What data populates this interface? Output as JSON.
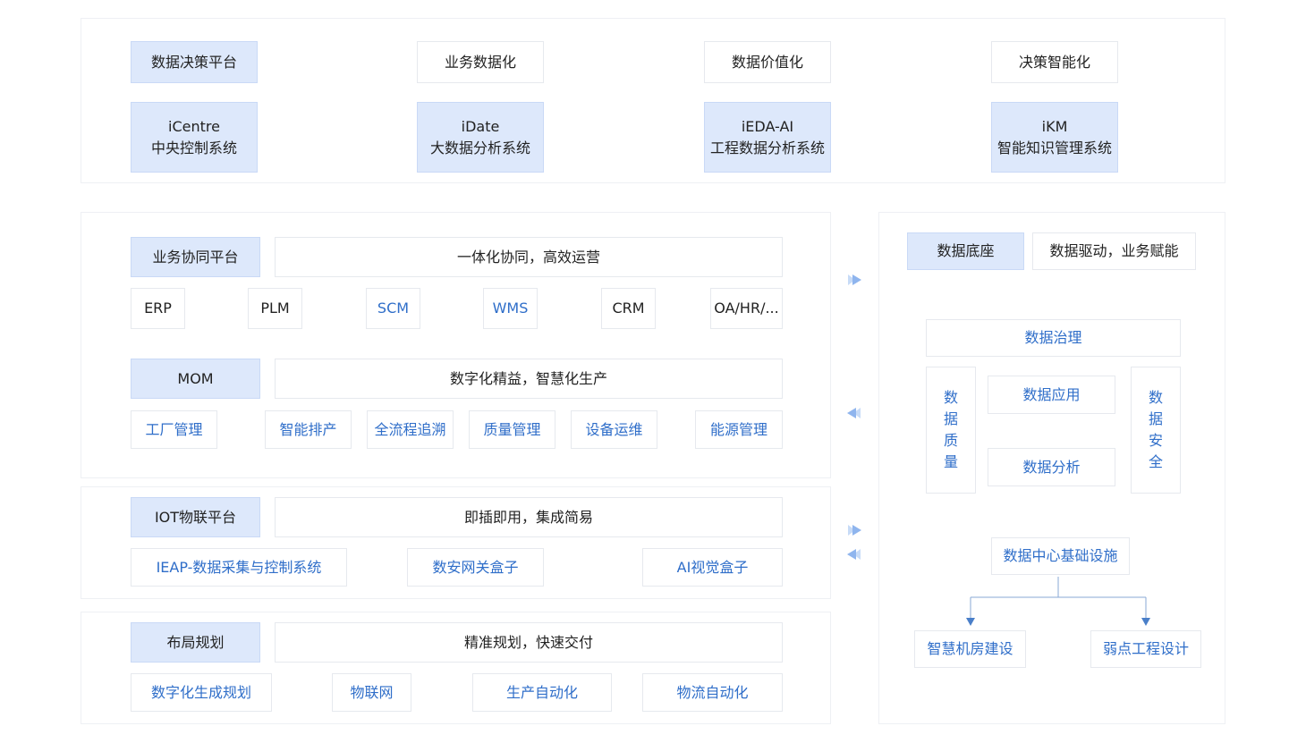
{
  "top": {
    "row1": [
      "数据决策平台",
      "业务数据化",
      "数据价值化",
      "决策智能化"
    ],
    "systems": [
      {
        "name": "iCentre",
        "desc": "中央控制系统"
      },
      {
        "name": "iDate",
        "desc": "大数据分析系统"
      },
      {
        "name": "iEDA-AI",
        "desc": "工程数据分析系统"
      },
      {
        "name": "iKM",
        "desc": "智能知识管理系统"
      }
    ]
  },
  "business": {
    "title": "业务协同平台",
    "slogan": "一体化协同，高效运营",
    "items": [
      "ERP",
      "PLM",
      "SCM",
      "WMS",
      "CRM",
      "OA/HR/..."
    ]
  },
  "mom": {
    "title": "MOM",
    "slogan": "数字化精益，智慧化生产",
    "items": [
      "工厂管理",
      "智能排产",
      "全流程追溯",
      "质量管理",
      "设备运维",
      "能源管理"
    ]
  },
  "iot": {
    "title": "IOT物联平台",
    "slogan": "即插即用，集成简易",
    "items": [
      "IEAP-数据采集与控制系统",
      "数安网关盒子",
      "AI视觉盒子"
    ]
  },
  "layout": {
    "title": "布局规划",
    "slogan": "精准规划，快速交付",
    "items": [
      "数字化生成规划",
      "物联网",
      "生产自动化",
      "物流自动化"
    ]
  },
  "data_base": {
    "title": "数据底座",
    "slogan": "数据驱动，业务赋能",
    "governance": "数据治理",
    "quality": [
      "数",
      "据",
      "质",
      "量"
    ],
    "application": "数据应用",
    "analysis": "数据分析",
    "security": [
      "数",
      "据",
      "安",
      "全"
    ],
    "infra": "数据中心基础设施",
    "infra_children": [
      "智慧机房建设",
      "弱点工程设计"
    ]
  },
  "colors": {
    "highlight": "#dde8fb",
    "accent_text": "#2f6ec9",
    "arrow": "#a9c6f2"
  }
}
